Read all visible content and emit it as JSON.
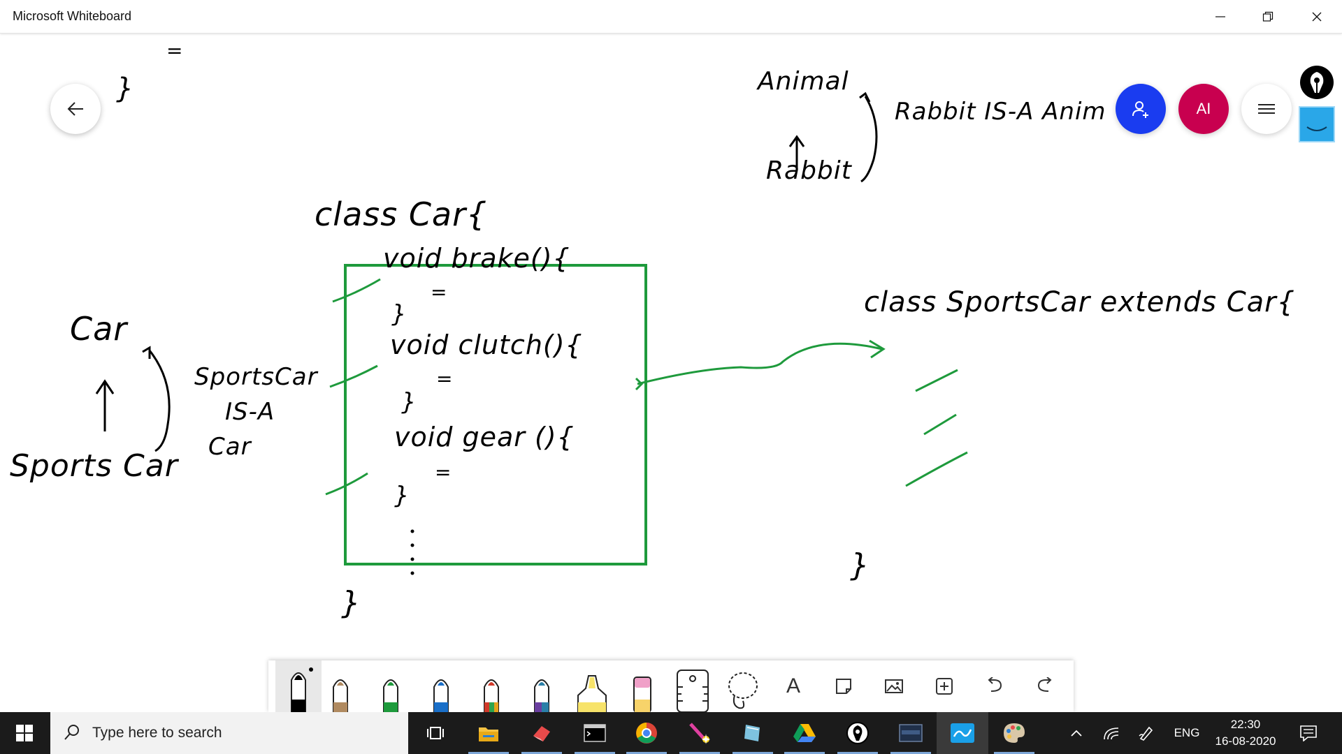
{
  "window": {
    "title": "Microsoft Whiteboard"
  },
  "board": {
    "notes_left": {
      "car": "Car",
      "sports_car": "Sports Car",
      "relation_1": "SportsCar",
      "relation_2": "IS-A",
      "relation_3": "Car"
    },
    "notes_top_right": {
      "animal": "Animal",
      "rabbit": "Rabbit",
      "relation": "Rabbit IS-A Anim"
    },
    "class_car": {
      "header": "class Car{",
      "method_1": "void brake(){",
      "method_2": "void clutch(){",
      "method_3": "void gear (){",
      "equals": "=",
      "close_brace": "}",
      "ellipsis": ":"
    },
    "class_sportscar": {
      "header": "class SportsCar extends Car{",
      "close_brace": "}"
    },
    "misc": {
      "top_equals": "=",
      "top_brace": "}"
    },
    "ink_color": "#1e9a3c"
  },
  "controls": {
    "back_icon": "arrow-left-icon",
    "invite_icon": "person-add-icon",
    "avatar_initials": "AI",
    "menu_icon": "hamburger-icon",
    "avatar_color": "#c8004f",
    "invite_color": "#1a3cf0"
  },
  "toolbar": {
    "tools": [
      {
        "name": "pen-black",
        "color": "#000000"
      },
      {
        "name": "pen-brown",
        "color": "#b08a60"
      },
      {
        "name": "pen-green",
        "color": "#1e9a3c"
      },
      {
        "name": "pen-blue",
        "color": "#1a6fc8"
      },
      {
        "name": "pen-rainbow",
        "color": "#d03a2a"
      },
      {
        "name": "pen-galaxy",
        "color": "#2a7fa8"
      },
      {
        "name": "highlighter",
        "color": "#f7e36a"
      },
      {
        "name": "eraser",
        "color": "#f0a0c8"
      },
      {
        "name": "ruler",
        "color": "#333333"
      },
      {
        "name": "lasso",
        "color": "#333333"
      }
    ],
    "text_tool_label": "A"
  },
  "taskbar": {
    "search_placeholder": "Type here to search",
    "language": "ENG",
    "time": "22:30",
    "date": "16-08-2020"
  }
}
